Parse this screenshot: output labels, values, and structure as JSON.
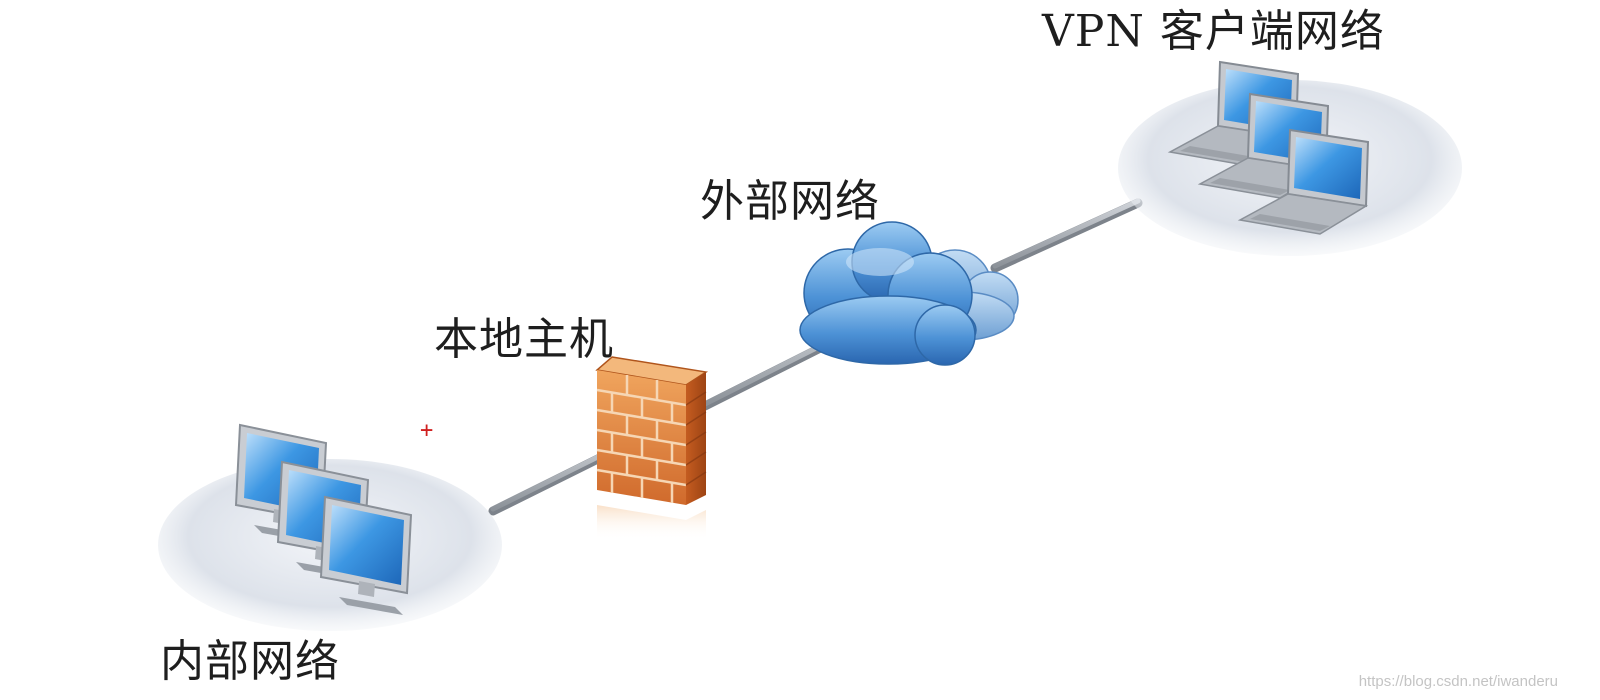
{
  "nodes": {
    "internal": {
      "label": "内部网络",
      "icon": "computer-cluster-icon"
    },
    "local_host": {
      "label": "本地主机",
      "icon": "firewall-icon"
    },
    "external": {
      "label": "外部网络",
      "icon": "cloud-icon"
    },
    "vpn_client": {
      "label": "VPN 客户端网络",
      "icon": "laptop-cluster-icon"
    }
  },
  "links": [
    {
      "from": "internal",
      "to": "local_host"
    },
    {
      "from": "local_host",
      "to": "external"
    },
    {
      "from": "external",
      "to": "vpn_client"
    }
  ],
  "watermark": "https://blog.csdn.net/iwanderu",
  "colors": {
    "brick": "#d9773a",
    "cloud": "#4f93d6",
    "screen": "#2f87d8",
    "ellipse": "#e4e8ef"
  }
}
